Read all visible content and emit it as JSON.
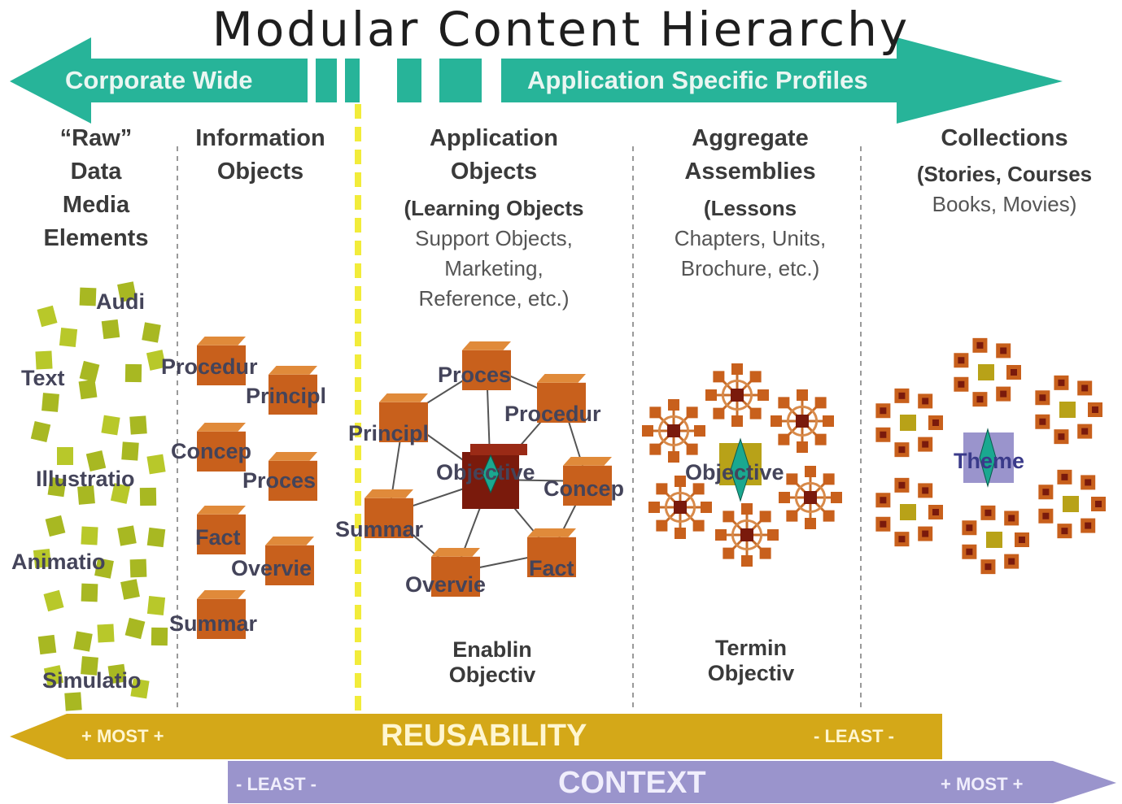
{
  "title": "Modular Content Hierarchy",
  "top_arrow": {
    "left_label": "Corporate Wide",
    "right_label": "Application Specific Profiles",
    "color": "#27b499"
  },
  "columns": [
    {
      "heading_lines": [
        "“Raw”",
        "Data",
        "Media",
        "Elements"
      ],
      "sub_lines": []
    },
    {
      "heading_lines": [
        "Information",
        "Objects"
      ],
      "sub_lines": []
    },
    {
      "heading_lines": [
        "Application",
        "Objects"
      ],
      "sub_lines": [
        "(Learning Objects",
        "Support Objects,",
        "Marketing,",
        "Reference, etc.)"
      ]
    },
    {
      "heading_lines": [
        "Aggregate",
        "Assemblies"
      ],
      "sub_lines": [
        "(Lessons",
        "Chapters, Units,",
        "Brochure, etc.)"
      ]
    },
    {
      "heading_lines": [
        "Collections"
      ],
      "sub_lines": [
        "(Stories, Courses",
        "Books, Movies)"
      ]
    }
  ],
  "raw_media_labels": [
    "Audi",
    "Text",
    "Illustratio",
    "Animatio",
    "Simulatio"
  ],
  "information_object_labels": [
    "Procedur",
    "Principl",
    "Concep",
    "Proces",
    "Fact",
    "Overvie",
    "Summar"
  ],
  "application_object": {
    "center_label": "Objective",
    "outer_labels": [
      "Proces",
      "Procedur",
      "Principl",
      "Concep",
      "Summar",
      "Fact",
      "Overvie"
    ],
    "caption_lines": [
      "Enablin",
      "Objectiv"
    ]
  },
  "aggregate": {
    "center_label": "Objective",
    "caption_lines": [
      "Termin",
      "Objectiv"
    ]
  },
  "collection": {
    "center_label": "Theme"
  },
  "bottom_bands": {
    "reusability": {
      "label": "REUSABILITY",
      "left": "+ MOST +",
      "right": "- LEAST -",
      "color": "#d4a818"
    },
    "context": {
      "label": "CONTEXT",
      "left": "- LEAST -",
      "right": "+ MOST +",
      "color": "#9a94cc"
    }
  },
  "colors": {
    "green_block": "#a8b822",
    "orange_block": "#c8601c",
    "dark_block": "#7a1a0c",
    "divider_yellow": "#f2ec3a"
  }
}
